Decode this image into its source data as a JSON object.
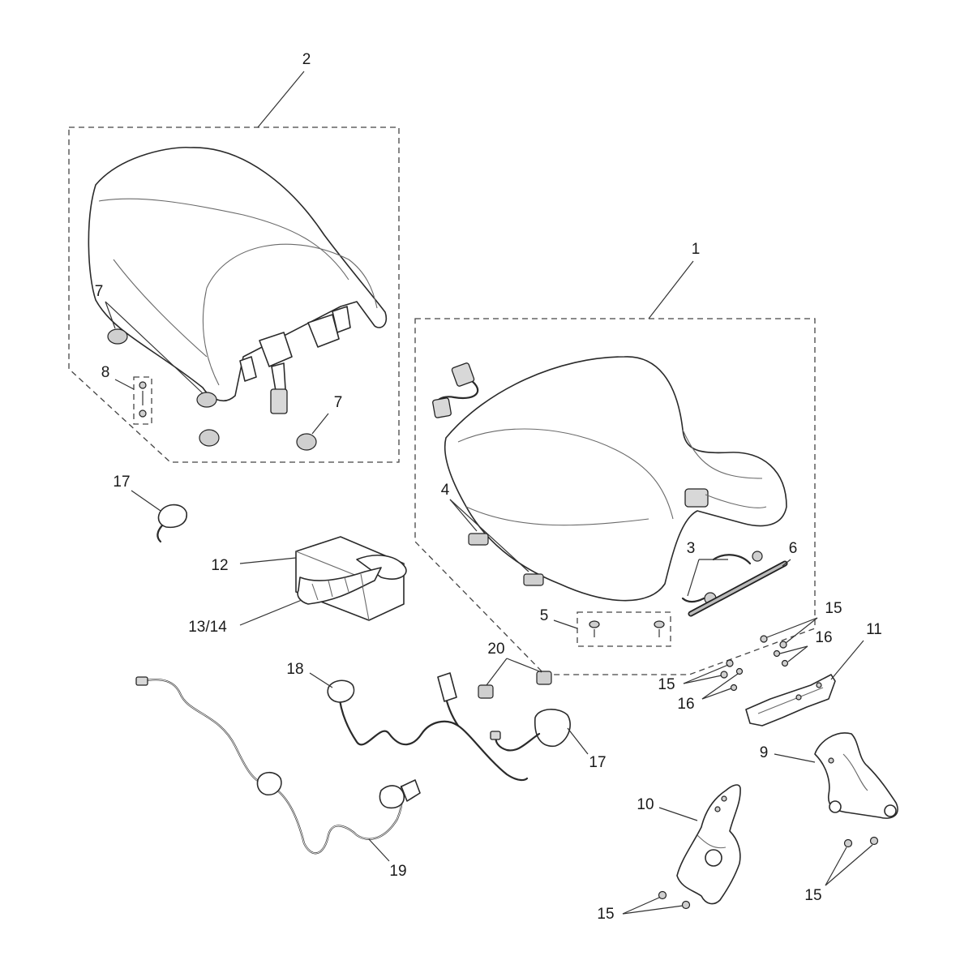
{
  "callouts": {
    "c1": "1",
    "c2": "2",
    "c3": "3",
    "c4": "4",
    "c5": "5",
    "c6": "6",
    "c7a": "7",
    "c7b": "7",
    "c8": "8",
    "c9": "9",
    "c10": "10",
    "c11": "11",
    "c12": "12",
    "c13_14": "13/14",
    "c15a": "15",
    "c15b": "15",
    "c15c": "15",
    "c15d": "15",
    "c16a": "16",
    "c16b": "16",
    "c17a": "17",
    "c17b": "17",
    "c18": "18",
    "c19": "19",
    "c20": "20"
  },
  "parts": {
    "rider_seat": "rider-seat-icon",
    "pillion_seat": "pillion-seat-icon",
    "heated_pad": "heated-pad-icon",
    "wiring_harness": "wiring-harness-icon",
    "bracket": "bracket-icon"
  },
  "colors": {
    "line": "#2a2a2a",
    "background": "#ffffff"
  }
}
